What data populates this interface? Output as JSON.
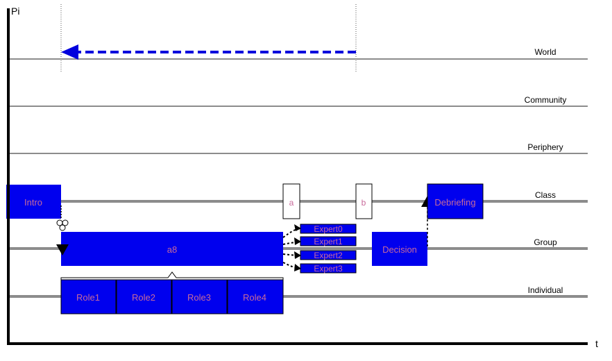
{
  "axes": {
    "y_label": "Pi",
    "x_label": "t"
  },
  "planes": [
    "World",
    "Community",
    "Periphery",
    "Class",
    "Group",
    "Individual"
  ],
  "activities": {
    "intro": "Intro",
    "a_box": "a",
    "b_box": "b",
    "debriefing": "Debriefing",
    "a8": "a8",
    "decision": "Decision",
    "experts": [
      "Expert0",
      "Expert1",
      "Expert2",
      "Expert3"
    ],
    "roles": [
      "Role1",
      "Role2",
      "Role3",
      "Role4"
    ]
  },
  "colors": {
    "activity_fill": "#0000ee",
    "activity_label": "#c86a9a",
    "plane_line": "#8c8c8c",
    "axis": "#000000",
    "world_arrow": "#0000dd"
  }
}
